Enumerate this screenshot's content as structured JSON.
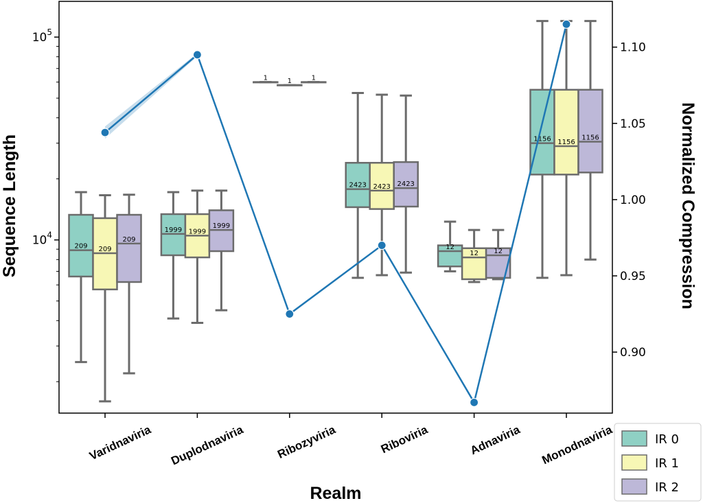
{
  "chart_data": {
    "type": "box",
    "xlabel": "Realm",
    "ylabel_left": "Sequence Length",
    "ylabel_right": "Normalized Compression",
    "left_axis": {
      "scale": "log",
      "ylim": [
        1400,
        150000
      ],
      "ticks": [
        {
          "value": 10000,
          "base": "10",
          "exp": "4"
        },
        {
          "value": 100000,
          "base": "10",
          "exp": "5"
        }
      ]
    },
    "right_axis": {
      "scale": "linear",
      "ylim": [
        0.86,
        1.13
      ],
      "ticks": [
        "0.90",
        "0.95",
        "1.00",
        "1.05",
        "1.10"
      ]
    },
    "categories": [
      "Varidnaviria",
      "Duplodnaviria",
      "Ribozyviria",
      "Riboviria",
      "Adnaviria",
      "Monodnaviria"
    ],
    "groups": [
      "IR 0",
      "IR 1",
      "IR 2"
    ],
    "colors": {
      "IR 0": "#8fd0c4",
      "IR 1": "#f7f7b5",
      "IR 2": "#bdb8d8",
      "line": "#1f77b4",
      "box_edge": "#6b6b6b"
    },
    "boxes": [
      [
        {
          "count": "209",
          "whislo": 2500,
          "q1": 6600,
          "med": 8900,
          "q3": 13300,
          "whishi": 17200
        },
        {
          "count": "209",
          "whislo": 1600,
          "q1": 5700,
          "med": 8600,
          "q3": 12800,
          "whishi": 16600
        },
        {
          "count": "209",
          "whislo": 2200,
          "q1": 6200,
          "med": 9600,
          "q3": 13300,
          "whishi": 16700
        }
      ],
      [
        {
          "count": "1999",
          "whislo": 4100,
          "q1": 8400,
          "med": 10700,
          "q3": 13400,
          "whishi": 17200
        },
        {
          "count": "1999",
          "whislo": 3900,
          "q1": 8200,
          "med": 10500,
          "q3": 13400,
          "whishi": 17500
        },
        {
          "count": "1999",
          "whislo": 4500,
          "q1": 8800,
          "med": 11200,
          "q3": 14000,
          "whishi": 17500
        }
      ],
      [
        {
          "count": "1",
          "whislo": 60000,
          "q1": 60000,
          "med": 60000,
          "q3": 60000,
          "whishi": 60000
        },
        {
          "count": "1",
          "whislo": 58000,
          "q1": 58000,
          "med": 58000,
          "q3": 58000,
          "whishi": 58000
        },
        {
          "count": "1",
          "whislo": 60000,
          "q1": 60000,
          "med": 60000,
          "q3": 60000,
          "whishi": 60000
        }
      ],
      [
        {
          "count": "2423",
          "whislo": 6500,
          "q1": 14500,
          "med": 17800,
          "q3": 24000,
          "whishi": 53000
        },
        {
          "count": "2423",
          "whislo": 6700,
          "q1": 14200,
          "med": 17500,
          "q3": 24000,
          "whishi": 52000
        },
        {
          "count": "2423",
          "whislo": 6900,
          "q1": 14600,
          "med": 18000,
          "q3": 24200,
          "whishi": 51500
        }
      ],
      [
        {
          "count": "12",
          "whislo": 7000,
          "q1": 7400,
          "med": 8800,
          "q3": 9400,
          "whishi": 12300
        },
        {
          "count": "12",
          "whislo": 6200,
          "q1": 6400,
          "med": 8200,
          "q3": 9100,
          "whishi": 11200
        },
        {
          "count": "12",
          "whislo": 6400,
          "q1": 6500,
          "med": 8400,
          "q3": 9100,
          "whishi": 11200
        }
      ],
      [
        {
          "count": "1156",
          "whislo": 6500,
          "q1": 21000,
          "med": 30000,
          "q3": 55000,
          "whishi": 120000
        },
        {
          "count": "1156",
          "whislo": 6700,
          "q1": 21000,
          "med": 29000,
          "q3": 55000,
          "whishi": 120000
        },
        {
          "count": "1156",
          "whislo": 8000,
          "q1": 21500,
          "med": 30500,
          "q3": 55000,
          "whishi": 120000
        }
      ]
    ],
    "compression_line": {
      "values": [
        1.044,
        1.095,
        0.925,
        0.97,
        0.867,
        1.115
      ],
      "ci_upper": [
        1.048,
        1.096,
        0.925,
        0.97,
        0.867,
        1.116
      ],
      "ci_lower": [
        1.04,
        1.094,
        0.925,
        0.97,
        0.867,
        1.113
      ]
    },
    "legend": {
      "position": "lower-right-outside",
      "entries": [
        "IR 0",
        "IR 1",
        "IR 2"
      ]
    }
  }
}
